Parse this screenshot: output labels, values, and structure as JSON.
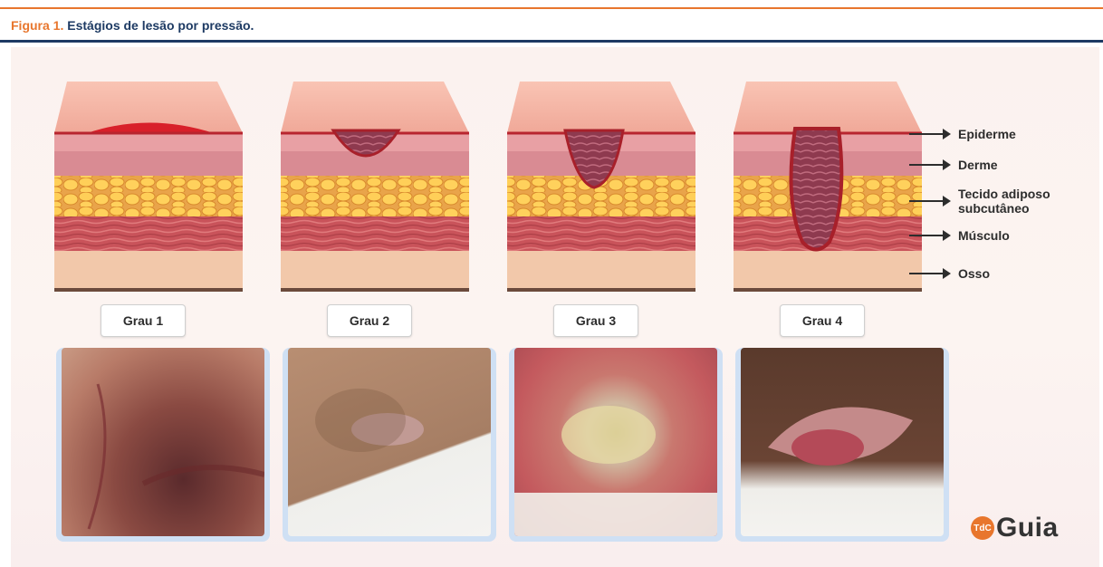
{
  "figure": {
    "label": "Figura 1.",
    "title": "Estágios de lesão por pressão."
  },
  "stages": [
    {
      "label": "Grau 1"
    },
    {
      "label": "Grau 2"
    },
    {
      "label": "Grau 3"
    },
    {
      "label": "Grau 4"
    }
  ],
  "layers": [
    {
      "label": "Epiderme"
    },
    {
      "label": "Derme"
    },
    {
      "label": "Tecido adiposo subcutâneo"
    },
    {
      "label": "Músculo"
    },
    {
      "label": "Osso"
    }
  ],
  "brand": {
    "mark": "TdC",
    "word": "Guia"
  },
  "colors": {
    "accent": "#e8762d",
    "navy": "#1d3a63",
    "frame": "#cfe0f4"
  }
}
